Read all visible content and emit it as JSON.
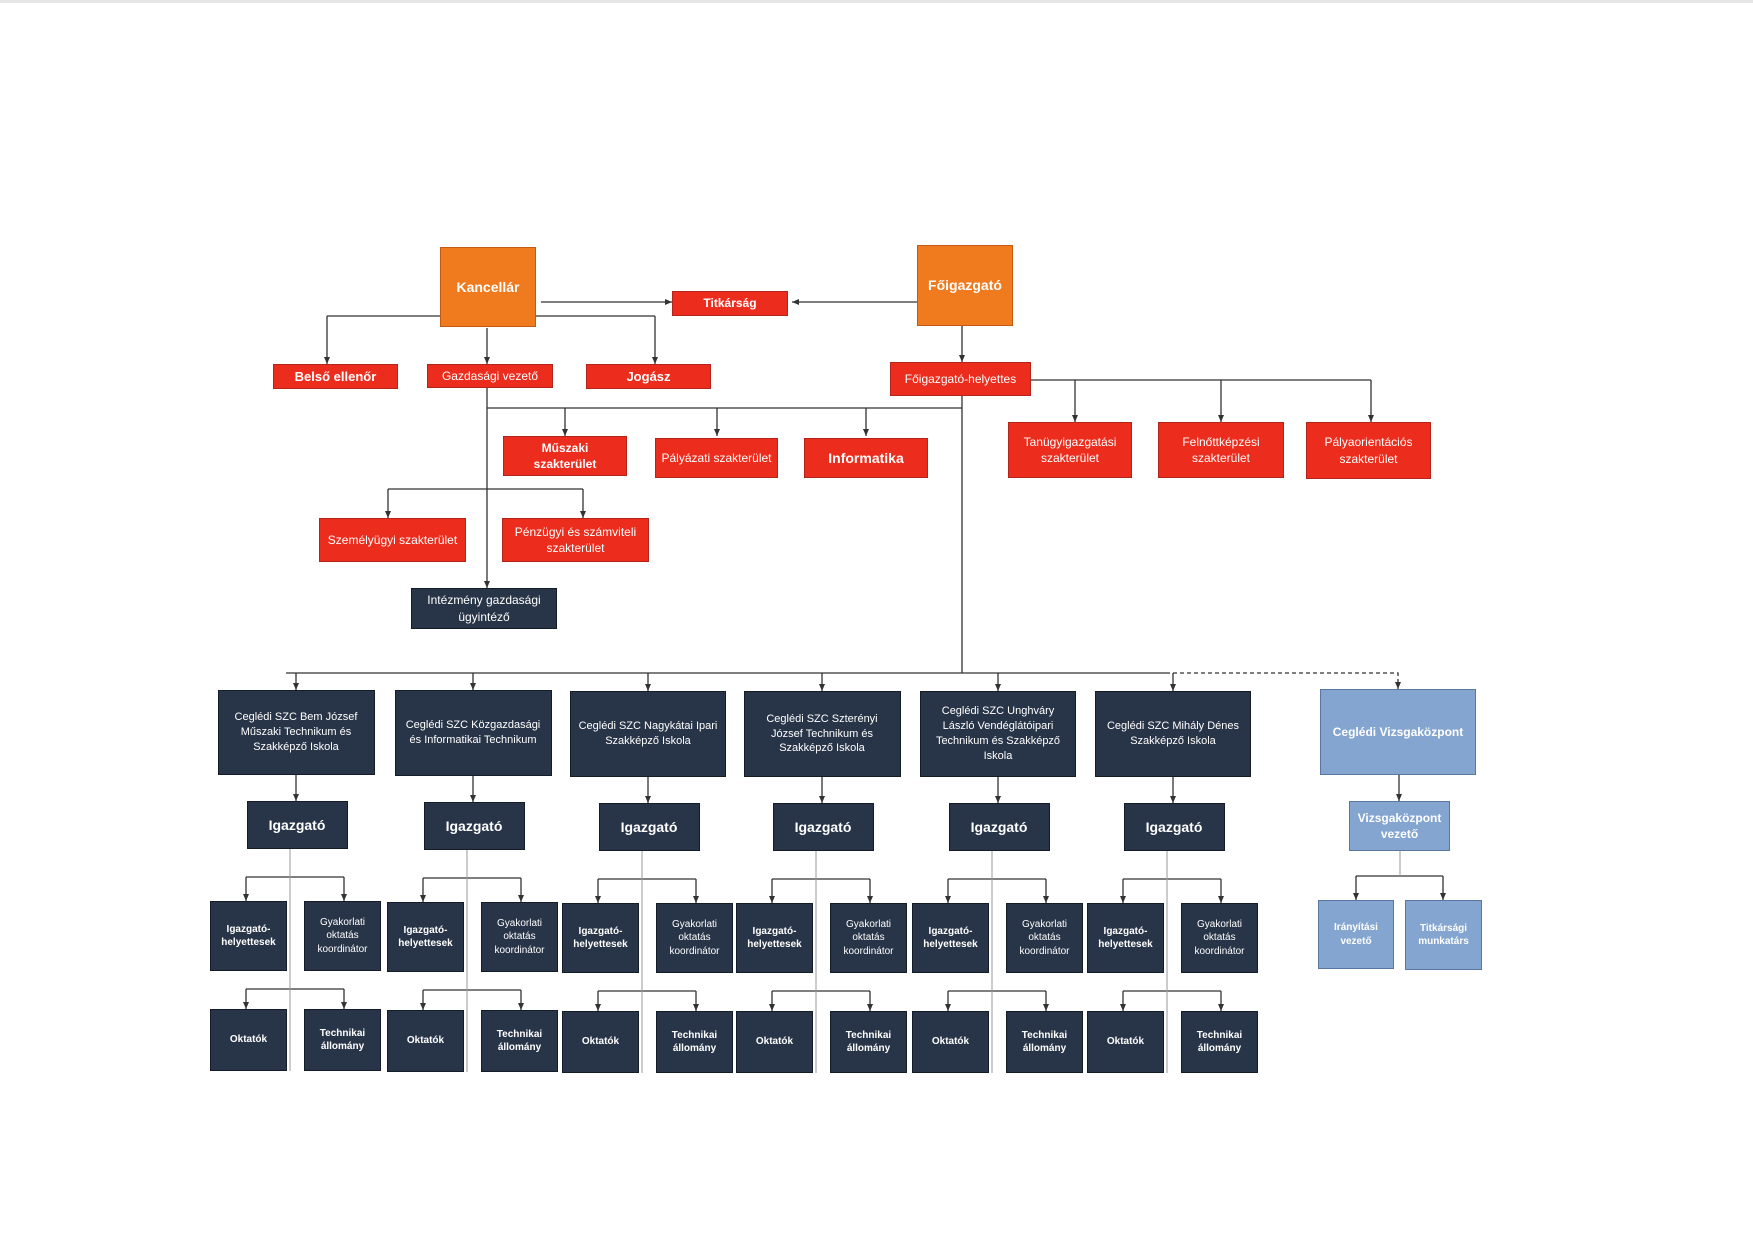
{
  "top": {
    "kancellar": "Kancellár",
    "titkarsag": "Titkárság",
    "foigazgato": "Főigazgató"
  },
  "kancellar_branch": {
    "belso_ellenor": "Belső ellenőr",
    "gazdasagi_vezeto": "Gazdasági vezető",
    "jogasz": "Jogász",
    "muszaki": "Műszaki szakterület",
    "palyazati": "Pályázati szakterület",
    "informatika": "Informatika",
    "szemelyugyi": "Személyügyi szakterület",
    "penzugyi": "Pénzügyi és számviteli szakterület",
    "intezmeny": "Intézmény gazdasági ügyintéző"
  },
  "foigazgato_branch": {
    "helyettes": "Főigazgató-helyettes",
    "tanugyigazgatasi": "Tanügyigazgatási szakterület",
    "felnottkepzesi": "Felnőttképzési szakterület",
    "palyaorientacios": "Pályaorientációs szakterület"
  },
  "schools": [
    {
      "name": "Ceglédi SZC Bem József Műszaki Technikum és Szakképző Iskola",
      "director": "Igazgató",
      "deputies": "Igazgató-helyettesek",
      "coordinator": "Gyakorlati oktatás koordinátor",
      "teachers": "Oktatók",
      "technical": "Technikai állomány"
    },
    {
      "name": "Ceglédi SZC Közgazdasági és Informatikai Technikum",
      "director": "Igazgató",
      "deputies": "Igazgató-helyettesek",
      "coordinator": "Gyakorlati oktatás koordinátor",
      "teachers": "Oktatók",
      "technical": "Technikai állomány"
    },
    {
      "name": "Ceglédi SZC Nagykátai Ipari Szakképző Iskola",
      "director": "Igazgató",
      "deputies": "Igazgató-helyettesek",
      "coordinator": "Gyakorlati oktatás koordinátor",
      "teachers": "Oktatók",
      "technical": "Technikai állomány"
    },
    {
      "name": "Ceglédi SZC Szterényi József Technikum és Szakképző Iskola",
      "director": "Igazgató",
      "deputies": "Igazgató-helyettesek",
      "coordinator": "Gyakorlati oktatás koordinátor",
      "teachers": "Oktatók",
      "technical": "Technikai állomány"
    },
    {
      "name": "Ceglédi SZC Unghváry László Vendéglátóipari Technikum és Szakképző Iskola",
      "director": "Igazgató",
      "deputies": "Igazgató-helyettesek",
      "coordinator": "Gyakorlati oktatás koordinátor",
      "teachers": "Oktatók",
      "technical": "Technikai állomány"
    },
    {
      "name": "Ceglédi SZC Mihály Dénes Szakképző Iskola",
      "director": "Igazgató",
      "deputies": "Igazgató-helyettesek",
      "coordinator": "Gyakorlati oktatás koordinátor",
      "teachers": "Oktatók",
      "technical": "Technikai állomány"
    }
  ],
  "exam_center": {
    "name": "Ceglédi Vizsgaközpont",
    "head": "Vizsgaközpont vezető",
    "control": "Irányítási vezető",
    "secretariat": "Titkársági munkatárs"
  },
  "colors": {
    "orange": "#f07a1e",
    "red": "#ec2c1c",
    "navy": "#283447",
    "blue": "#84a5d0",
    "line": "#333333"
  }
}
